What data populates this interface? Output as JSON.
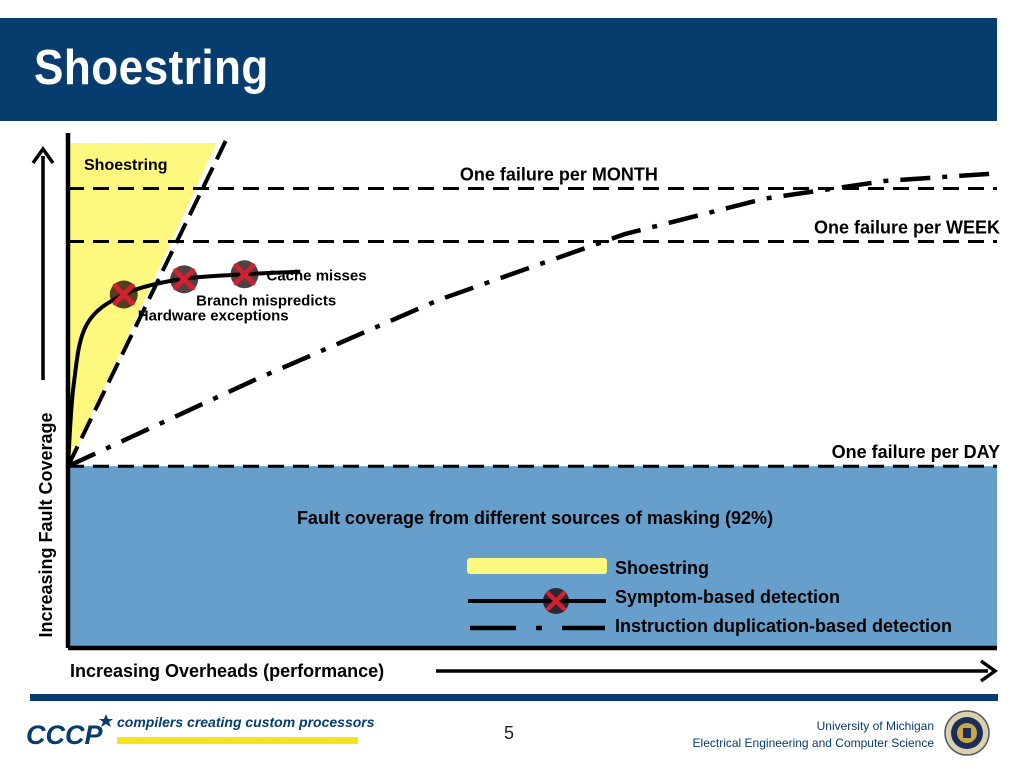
{
  "slide": {
    "title": "Shoestring",
    "page_number": "5",
    "tagline": "compilers creating custom processors",
    "logo_text": "CCCP",
    "affiliation_line1": "University of Michigan",
    "affiliation_line2": "Electrical Engineering and Computer Science"
  },
  "colors": {
    "title_bar": "#063c6e",
    "shoestring_region": "#fef87e",
    "masking_region": "#669fcb",
    "marker": "#d1202f",
    "line": "#000000"
  },
  "chart_data": {
    "type": "line",
    "title": "",
    "xlabel": "Increasing Overheads (performance)",
    "ylabel": "Increasing Fault Coverage",
    "xlim": [
      0,
      100
    ],
    "ylim": [
      0,
      100
    ],
    "region_label": "Shoestring",
    "baseline": {
      "label": "Fault coverage from different sources of masking (92%)",
      "y": 36
    },
    "reference_lines": [
      {
        "label": "One failure per MONTH",
        "y": 91
      },
      {
        "label": "One failure per WEEK",
        "y": 80.5
      },
      {
        "label": "One failure per DAY",
        "y": 36
      }
    ],
    "series": [
      {
        "name": "Shoestring",
        "style": "region",
        "points": [
          [
            0,
            36
          ],
          [
            0,
            100
          ],
          [
            16,
            100
          ],
          [
            0,
            36
          ]
        ]
      },
      {
        "name": "Symptom-based detection",
        "style": "solid-with-markers",
        "points": [
          [
            0,
            36
          ],
          [
            0.6,
            52
          ],
          [
            2,
            64
          ],
          [
            6,
            70
          ],
          [
            12,
            73
          ],
          [
            19,
            74
          ],
          [
            25,
            74.5
          ]
        ],
        "markers": [
          {
            "label": "Hardware exceptions",
            "x": 6,
            "y": 70
          },
          {
            "label": "Branch mispredicts",
            "x": 12.5,
            "y": 73
          },
          {
            "label": "Cache misses",
            "x": 19,
            "y": 74
          }
        ]
      },
      {
        "name": "Instruction duplication-based detection",
        "style": "dash-dot",
        "points": [
          [
            0,
            36
          ],
          [
            20,
            53
          ],
          [
            40,
            69
          ],
          [
            60,
            82
          ],
          [
            75,
            89
          ],
          [
            88,
            92.5
          ],
          [
            100,
            94
          ]
        ]
      }
    ],
    "steep_boundary_line": {
      "style": "dashed",
      "points": [
        [
          0,
          36
        ],
        [
          16,
          100
        ]
      ]
    },
    "legend": {
      "placement": "bottom-right",
      "entries": [
        "Shoestring",
        "Symptom-based detection",
        "Instruction duplication-based detection"
      ]
    }
  }
}
